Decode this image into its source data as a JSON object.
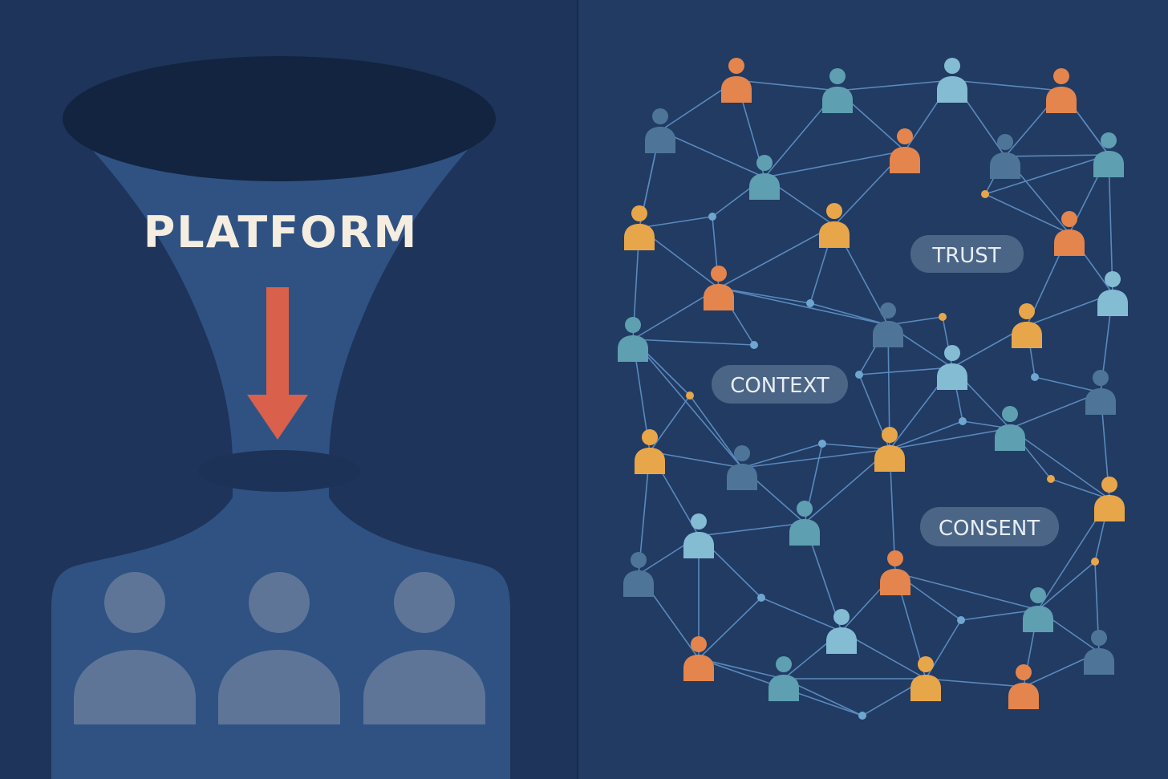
{
  "left_panel": {
    "funnel_label": "PLATFORM",
    "background_color": "#1e345a",
    "funnel_color": "#2f5283",
    "arrow_color": "#d9604a",
    "people_color": "#5e7597"
  },
  "right_panel": {
    "background_color": "#213b63",
    "edge_color": "#5a89bd",
    "tags": [
      "TRUST",
      "CONTEXT",
      "CONSENT"
    ],
    "person_colors": {
      "orange": "#e3854d",
      "amber": "#e8a64a",
      "teal": "#5e9fb1",
      "light_blue": "#83bcd3",
      "slate": "#4e7597"
    }
  }
}
